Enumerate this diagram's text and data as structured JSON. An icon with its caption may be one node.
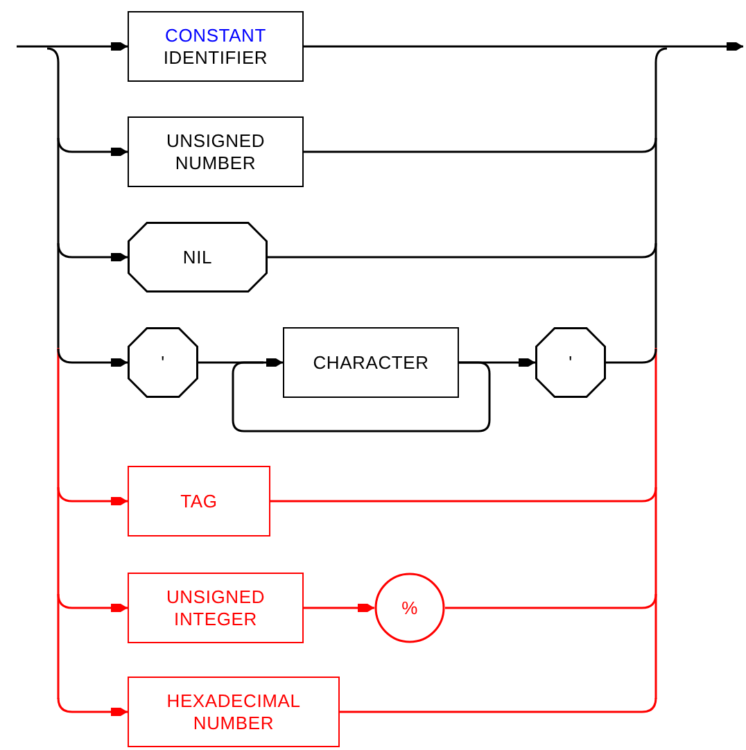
{
  "diagram": {
    "nodes": [
      {
        "text": [
          "CONSTANT",
          "IDENTIFIER"
        ]
      },
      {
        "text": [
          "UNSIGNED NUMBER"
        ]
      },
      {
        "text": [
          "NIL"
        ]
      },
      {
        "text": [
          "'"
        ]
      },
      {
        "text": [
          "CHARACTER"
        ]
      },
      {
        "text": [
          "'"
        ]
      },
      {
        "text": [
          "TAG"
        ]
      },
      {
        "text": [
          "UNSIGNED INTEGER"
        ]
      },
      {
        "text": [
          "%"
        ]
      },
      {
        "text": [
          "HEXADECIMAL NUMBER"
        ]
      }
    ],
    "edges": [
      {
        "from": null,
        "to": 0,
        "arrow": "to"
      },
      {
        "from": 0,
        "to": null,
        "arrow": "to"
      },
      {
        "from": null,
        "to": 1,
        "arrow": "to"
      },
      {
        "from": 1,
        "to": null,
        "arrow": "none"
      },
      {
        "from": null,
        "to": 2,
        "arrow": "to"
      },
      {
        "from": 2,
        "to": null,
        "arrow": "none"
      },
      {
        "from": null,
        "to": 3,
        "arrow": "to"
      },
      {
        "from": 3,
        "to": 4,
        "arrow": "to"
      },
      {
        "from": 4,
        "to": 4,
        "arrow": "none"
      },
      {
        "from": 4,
        "to": 5,
        "arrow": "to"
      },
      {
        "from": 5,
        "to": null,
        "arrow": "none"
      },
      {
        "from": null,
        "to": 6,
        "arrow": "to",
        "color": "#ff0000"
      },
      {
        "from": 6,
        "to": null,
        "arrow": "none",
        "color": "#ff0000"
      },
      {
        "from": null,
        "to": 7,
        "arrow": "to",
        "color": "#ff0000"
      },
      {
        "from": 7,
        "to": 8,
        "arrow": "to",
        "color": "#ff0000"
      },
      {
        "from": 8,
        "to": null,
        "arrow": "none",
        "color": "#ff0000"
      },
      {
        "from": null,
        "to": 9,
        "arrow": "to",
        "color": "#ff0000"
      },
      {
        "from": 9,
        "to": null,
        "arrow": "none",
        "color": "#ff0000"
      }
    ]
  }
}
